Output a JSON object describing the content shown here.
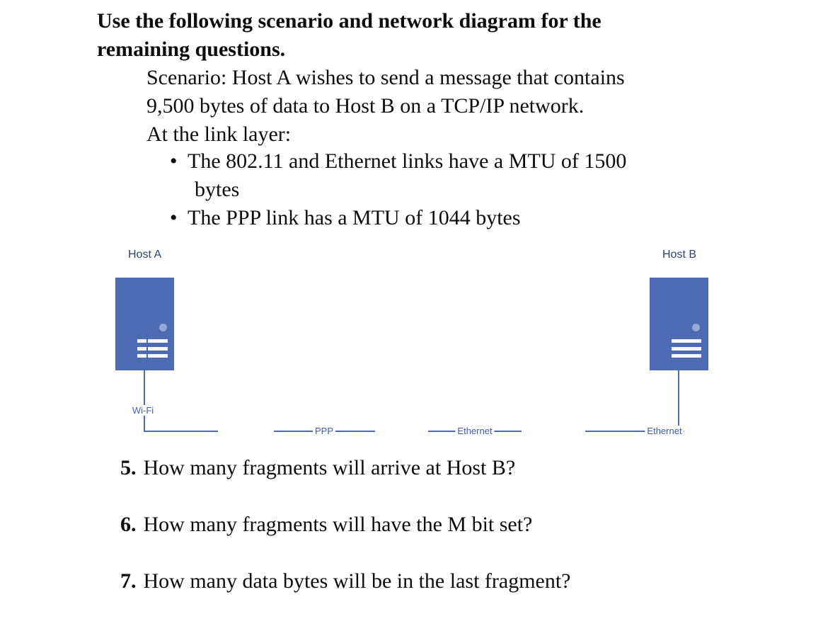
{
  "content": {
    "heading": {
      "line1": "Use the following scenario and network diagram for the",
      "line2": "remaining questions."
    },
    "scenario": {
      "line1": "Scenario: Host A wishes to send a message that contains",
      "line2": "9,500 bytes of data to Host B on a TCP/IP network.",
      "line3": "At the link layer:"
    },
    "bullets": [
      {
        "marker": "•",
        "line1": "The 802.11 and Ethernet links have a MTU of 1500",
        "line2": "bytes"
      },
      {
        "marker": "•",
        "line1": "The PPP link has a MTU of 1044 bytes"
      }
    ],
    "questions": [
      {
        "number": "5.",
        "text": "How many fragments will arrive at Host B?"
      },
      {
        "number": "6.",
        "text": "How many fragments will have the M bit set?"
      },
      {
        "number": "7.",
        "text": "How many data bytes will be in the last fragment?"
      }
    ]
  },
  "diagram": {
    "host_a": {
      "label": "Host A"
    },
    "host_b": {
      "label": "Host B"
    },
    "links": [
      {
        "label": "Wi-Fi"
      },
      {
        "label": "PPP"
      },
      {
        "label": "Ethernet"
      },
      {
        "label": "Ethernet"
      }
    ],
    "colors": {
      "server_fill": "#4d6bb3",
      "server_dot": "#96a9d4",
      "server_vents": "#f7f8fc",
      "link_line": "#4a6ab8",
      "host_label_text": "#2d4373",
      "link_label_text": "#3a5db1"
    }
  }
}
